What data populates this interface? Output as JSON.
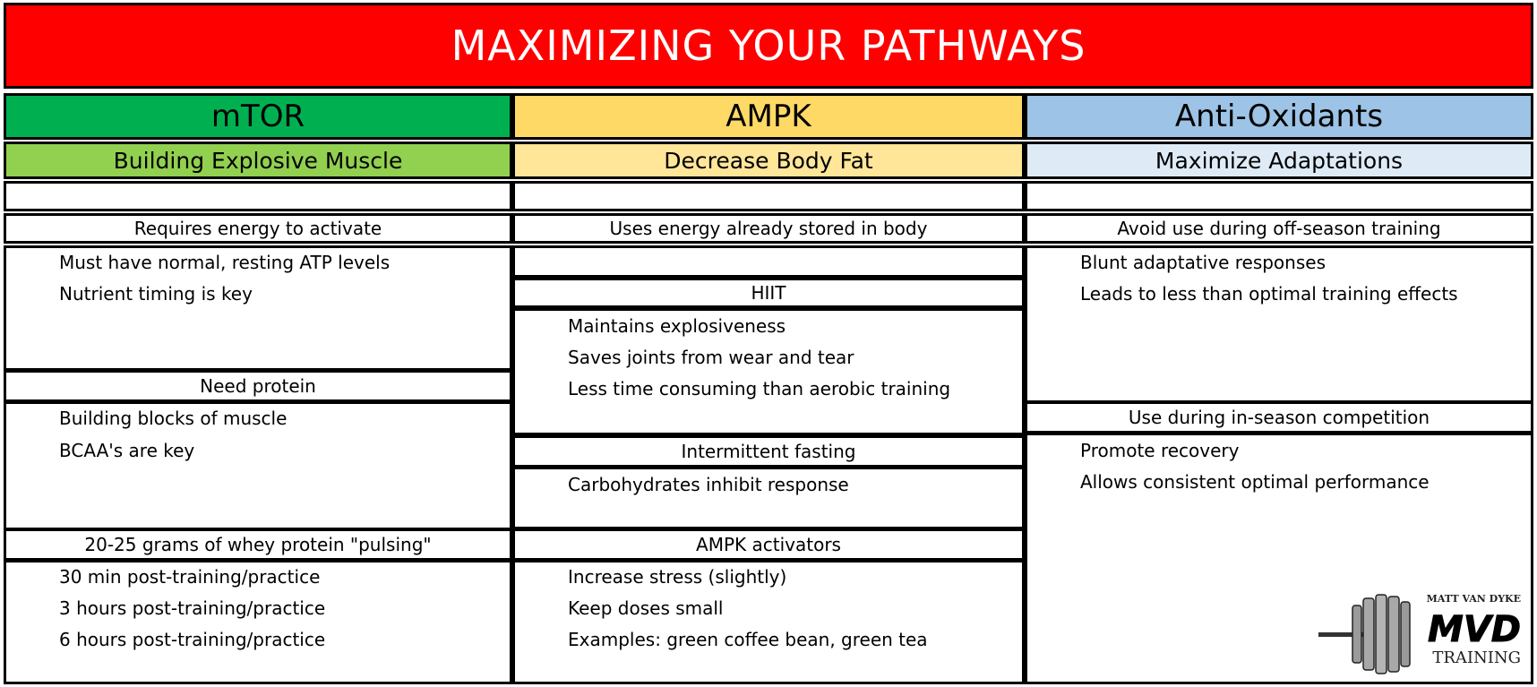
{
  "title": "MAXIMIZING YOUR PATHWAYS",
  "colors": {
    "title_bg": "#ff0000",
    "mtor_head": "#00b050",
    "mtor_sub": "#92d050",
    "ampk_head": "#ffd966",
    "ampk_sub": "#ffe699",
    "anti_head": "#9dc3e6",
    "anti_sub": "#deebf7"
  },
  "columns": {
    "mtor": {
      "name": "mTOR",
      "subtitle": "Building Explosive Muscle",
      "sections": [
        {
          "label": "Requires energy to activate",
          "items": [
            "Must have normal, resting ATP levels",
            "Nutrient timing is key"
          ]
        },
        {
          "label": "Need protein",
          "items": [
            "Building blocks of muscle",
            "BCAA's are key"
          ]
        },
        {
          "label": "20-25 grams of whey protein \"pulsing\"",
          "items": [
            "30 min post-training/practice",
            "3 hours post-training/practice",
            "6 hours post-training/practice"
          ]
        }
      ]
    },
    "ampk": {
      "name": "AMPK",
      "subtitle": "Decrease Body Fat",
      "sections": [
        {
          "label": "Uses energy already stored in body",
          "items": []
        },
        {
          "label": "HIIT",
          "items": [
            "Maintains explosiveness",
            "Saves joints from wear and tear",
            "Less time consuming than aerobic training"
          ]
        },
        {
          "label": "Intermittent fasting",
          "items": [
            "Carbohydrates inhibit response"
          ]
        },
        {
          "label": "AMPK activators",
          "items": [
            "Increase stress (slightly)",
            "Keep doses small",
            "Examples: green coffee bean, green tea"
          ]
        }
      ]
    },
    "anti": {
      "name": "Anti-Oxidants",
      "subtitle": "Maximize Adaptations",
      "sections": [
        {
          "label": "Avoid use during off-season training",
          "items": [
            "Blunt adaptative responses",
            "Leads to less than optimal training effects"
          ]
        },
        {
          "label": "Use during in-season competition",
          "items": [
            "Promote recovery",
            "Allows consistent optimal performance"
          ]
        }
      ]
    }
  },
  "logo": {
    "top": "MATT VAN DYKE",
    "mid": "MVD",
    "bottom": "TRAINING"
  }
}
